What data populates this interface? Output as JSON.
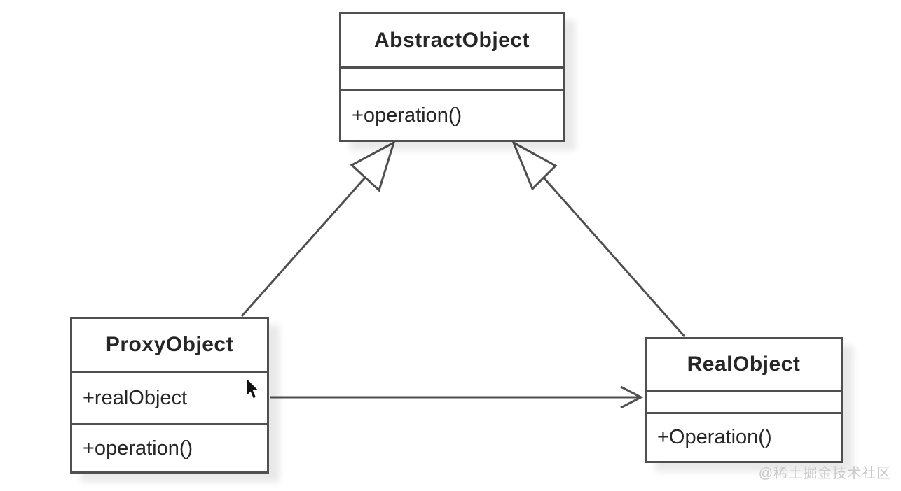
{
  "diagram": {
    "type": "uml-class-diagram",
    "pattern": "Proxy",
    "classes": {
      "abstract_object": {
        "name": "AbstractObject",
        "attributes": "",
        "methods": "+operation()"
      },
      "proxy_object": {
        "name": "ProxyObject",
        "attributes": "+realObject",
        "methods": "+operation()"
      },
      "real_object": {
        "name": "RealObject",
        "attributes": "",
        "methods": "+Operation()"
      }
    },
    "relationships": [
      {
        "from": "ProxyObject",
        "to": "AbstractObject",
        "type": "generalization"
      },
      {
        "from": "RealObject",
        "to": "AbstractObject",
        "type": "generalization"
      },
      {
        "from": "ProxyObject",
        "to": "RealObject",
        "type": "association-arrow"
      }
    ]
  },
  "watermark": {
    "text": "@稀土掘金技术社区"
  },
  "colors": {
    "line": "#4f4f4f",
    "text": "#262626",
    "background": "#ffffff",
    "watermark": "#c9c9c9",
    "cursor": "#111111"
  }
}
